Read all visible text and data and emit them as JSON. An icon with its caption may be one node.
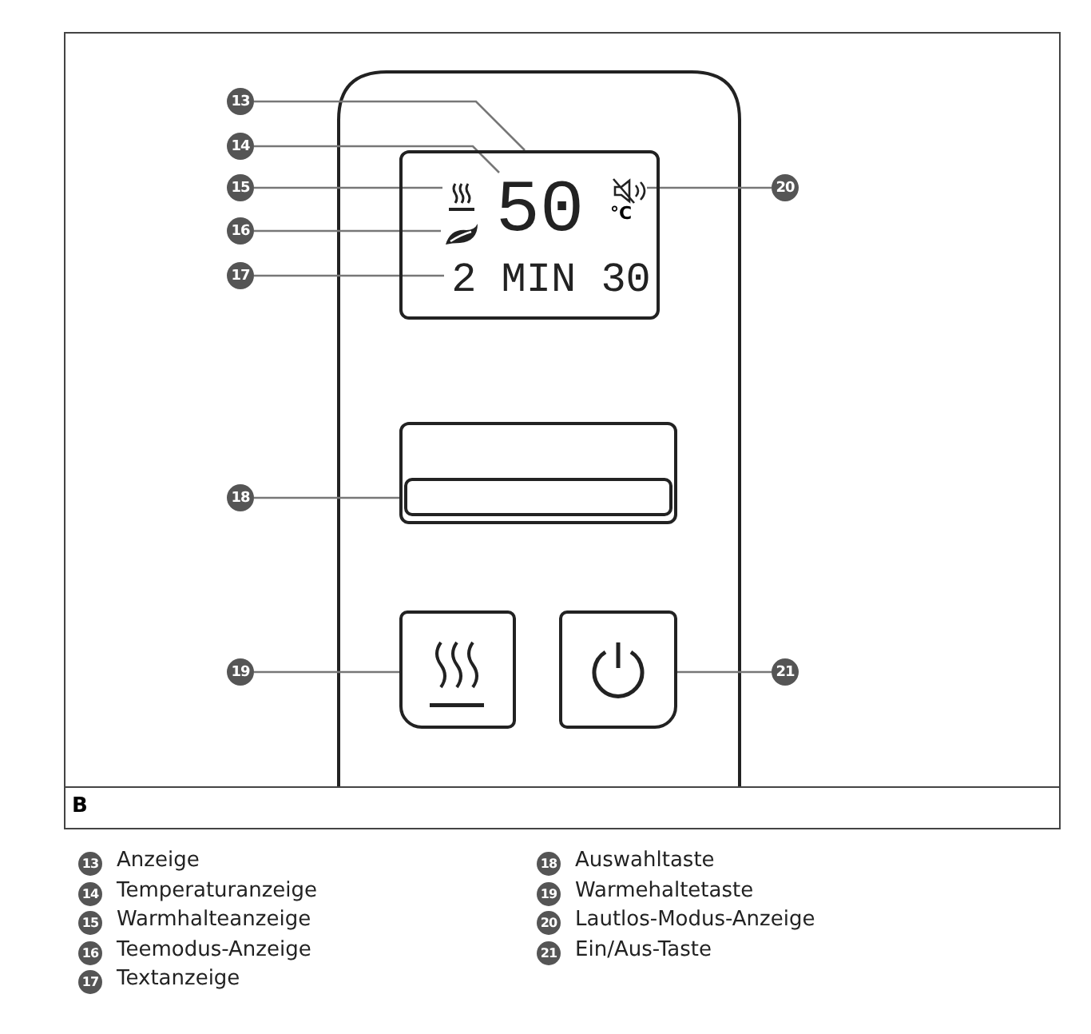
{
  "diagram": {
    "nodes": [
      {
        "text": [
          "13"
        ]
      },
      {
        "text": [],
        "shape": "box"
      },
      {
        "text": [
          "14"
        ]
      },
      {
        "text": [
          "50"
        ],
        "in": 1
      },
      {
        "text": [
          "15"
        ]
      },
      {
        "text": [],
        "shape": "icon",
        "in": 1
      },
      {
        "text": [
          "16"
        ]
      },
      {
        "text": [],
        "shape": "icon",
        "in": 1
      },
      {
        "text": [
          "17"
        ]
      },
      {
        "text": [
          "2 MIN 30"
        ],
        "in": 1
      },
      {
        "text": [
          "18"
        ]
      },
      {
        "text": [],
        "shape": "box"
      },
      {
        "text": [
          "19"
        ]
      },
      {
        "text": [],
        "shape": "box"
      },
      {
        "text": [
          "20"
        ]
      },
      {
        "text": [],
        "shape": "icon",
        "in": 1
      },
      {
        "text": [
          "21"
        ]
      },
      {
        "text": [],
        "shape": "box"
      },
      {
        "text": [
          "13"
        ],
        "beside": [
          "Anzeige"
        ]
      },
      {
        "text": [
          "14"
        ],
        "beside": [
          "Temperaturanzeige"
        ]
      },
      {
        "text": [
          "15"
        ],
        "beside": [
          "Warmhalteanzeige"
        ]
      },
      {
        "text": [
          "16"
        ],
        "beside": [
          "Teemodus-Anzeige"
        ]
      },
      {
        "text": [
          "17"
        ],
        "beside": [
          "Textanzeige"
        ]
      },
      {
        "text": [
          "18"
        ],
        "beside": [
          "Auswahltaste"
        ]
      },
      {
        "text": [
          "19"
        ],
        "beside": [
          "Warmehaltetaste"
        ]
      },
      {
        "text": [
          "20"
        ],
        "beside": [
          "Lautlos-Modus-Anzeige"
        ]
      },
      {
        "text": [
          "21"
        ],
        "beside": [
          "Ein/Aus-Taste"
        ]
      }
    ],
    "edges": [
      {
        "from": 0,
        "to": 1,
        "arrow": "none"
      },
      {
        "from": 2,
        "to": 3,
        "arrow": "none"
      },
      {
        "from": 4,
        "to": 5,
        "arrow": "none"
      },
      {
        "from": 6,
        "to": 7,
        "arrow": "none"
      },
      {
        "from": 8,
        "to": 9,
        "arrow": "none"
      },
      {
        "from": 10,
        "to": 11,
        "arrow": "none"
      },
      {
        "from": 12,
        "to": 13,
        "arrow": "none"
      },
      {
        "from": 14,
        "to": 15,
        "arrow": "none"
      },
      {
        "from": 16,
        "to": 17,
        "arrow": "none"
      }
    ],
    "labels": [
      "°C",
      "B"
    ]
  }
}
